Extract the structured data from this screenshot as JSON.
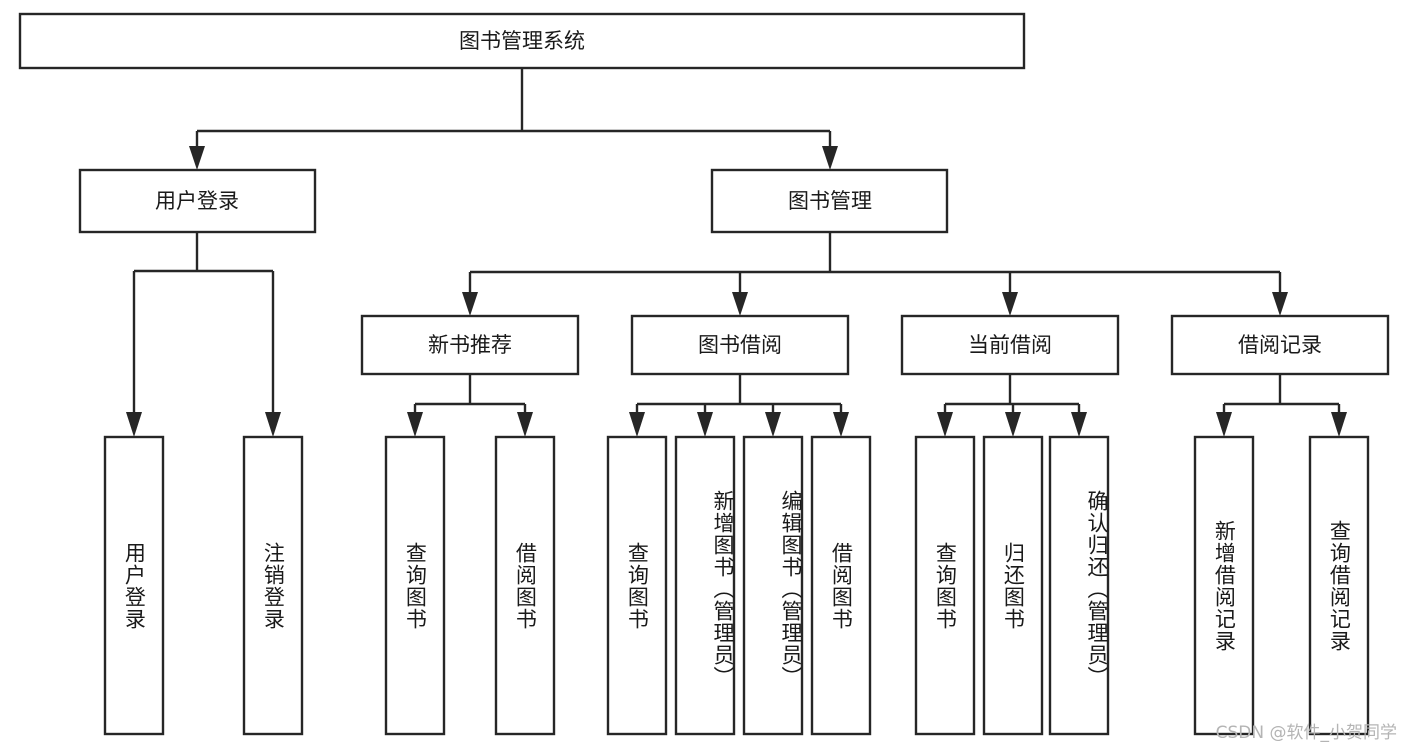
{
  "diagram": {
    "title": "图书管理系统",
    "type": "tree",
    "colors": {
      "box_stroke": "#262626",
      "box_fill": "#ffffff",
      "text": "#1a1a1a",
      "background": "#ffffff",
      "watermark": "#b4b4b4"
    },
    "root": {
      "label": "图书管理系统"
    },
    "level2": [
      {
        "label": "用户登录"
      },
      {
        "label": "图书管理"
      }
    ],
    "level3": [
      {
        "label": "新书推荐"
      },
      {
        "label": "图书借阅"
      },
      {
        "label": "当前借阅"
      },
      {
        "label": "借阅记录"
      }
    ],
    "leaves": {
      "user_login": [
        {
          "label": "用户登录"
        },
        {
          "label": "注销登录"
        }
      ],
      "new_book_recommend": [
        {
          "label": "查询图书"
        },
        {
          "label": "借阅图书"
        }
      ],
      "book_borrow": [
        {
          "label": "查询图书"
        },
        {
          "label": "新增图书（管理员）"
        },
        {
          "label": "编辑图书（管理员）"
        },
        {
          "label": "借阅图书"
        }
      ],
      "current_borrow": [
        {
          "label": "查询图书"
        },
        {
          "label": "归还图书"
        },
        {
          "label": "确认归还（管理员）"
        }
      ],
      "borrow_record": [
        {
          "label": "新增借阅记录"
        },
        {
          "label": "查询借阅记录"
        }
      ]
    }
  },
  "watermark": {
    "text": "CSDN @软件_小贺同学"
  }
}
